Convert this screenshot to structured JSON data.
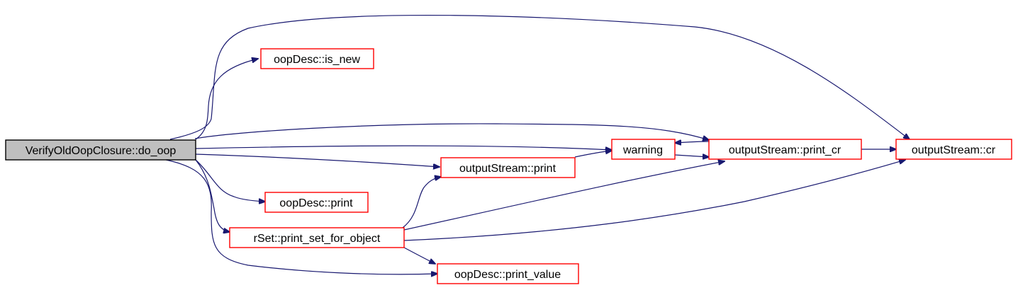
{
  "diagram": {
    "type": "call-graph",
    "colors": {
      "edge": "#191970",
      "node_border": "#ff0000",
      "root_fill": "#bfbfbf",
      "root_border": "#000000",
      "text": "#000000"
    },
    "nodes": {
      "root": {
        "label": "VerifyOldOopClosure::do_oop",
        "root": true
      },
      "is_new": {
        "label": "oopDesc::is_new"
      },
      "os_cr": {
        "label": "outputStream::cr"
      },
      "warning": {
        "label": "warning"
      },
      "os_print_cr": {
        "label": "outputStream::print_cr"
      },
      "os_print": {
        "label": "outputStream::print"
      },
      "oop_print": {
        "label": "oopDesc::print"
      },
      "rset_print": {
        "label": "rSet::print_set_for_object"
      },
      "oop_print_value": {
        "label": "oopDesc::print_value"
      }
    },
    "edges": [
      {
        "from": "root",
        "to": "os_cr"
      },
      {
        "from": "root",
        "to": "is_new"
      },
      {
        "from": "root",
        "to": "os_print_cr"
      },
      {
        "from": "root",
        "to": "warning"
      },
      {
        "from": "root",
        "to": "os_print"
      },
      {
        "from": "root",
        "to": "oop_print"
      },
      {
        "from": "root",
        "to": "rset_print"
      },
      {
        "from": "root",
        "to": "oop_print_value"
      },
      {
        "from": "warning",
        "to": "os_print_cr"
      },
      {
        "from": "os_print_cr",
        "to": "warning"
      },
      {
        "from": "os_print_cr",
        "to": "os_cr"
      },
      {
        "from": "os_print",
        "to": "warning"
      },
      {
        "from": "rset_print",
        "to": "os_print"
      },
      {
        "from": "rset_print",
        "to": "os_print_cr"
      },
      {
        "from": "rset_print",
        "to": "os_cr"
      },
      {
        "from": "rset_print",
        "to": "oop_print_value"
      }
    ]
  }
}
